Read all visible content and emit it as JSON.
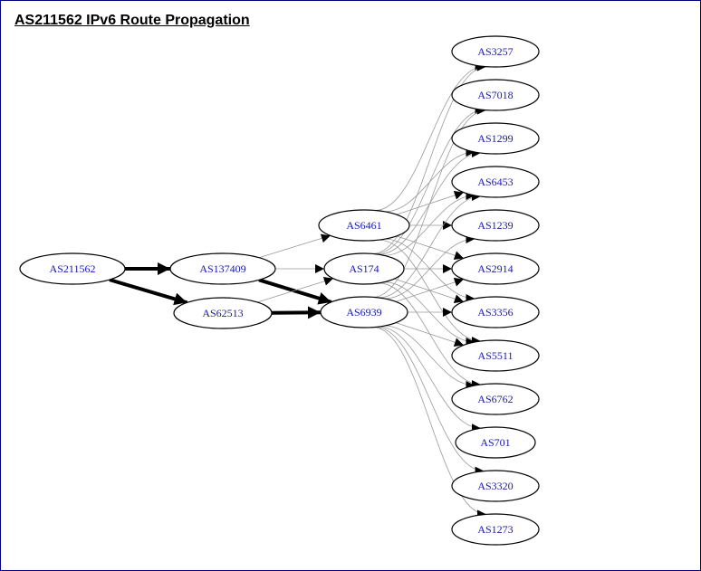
{
  "title": "AS211562 IPv6 Route Propagation",
  "colors": {
    "node_text": "#1a1aa6",
    "node_stroke": "#000000",
    "edge_light": "#9a9a9a",
    "edge_heavy": "#000000",
    "frame": "#000080"
  },
  "nodes": [
    {
      "id": "AS211562",
      "label": "AS211562"
    },
    {
      "id": "AS137409",
      "label": "AS137409"
    },
    {
      "id": "AS62513",
      "label": "AS62513"
    },
    {
      "id": "AS6461",
      "label": "AS6461"
    },
    {
      "id": "AS174",
      "label": "AS174"
    },
    {
      "id": "AS6939",
      "label": "AS6939"
    },
    {
      "id": "AS3257",
      "label": "AS3257"
    },
    {
      "id": "AS7018",
      "label": "AS7018"
    },
    {
      "id": "AS1299",
      "label": "AS1299"
    },
    {
      "id": "AS6453",
      "label": "AS6453"
    },
    {
      "id": "AS1239",
      "label": "AS1239"
    },
    {
      "id": "AS2914",
      "label": "AS2914"
    },
    {
      "id": "AS3356",
      "label": "AS3356"
    },
    {
      "id": "AS5511",
      "label": "AS5511"
    },
    {
      "id": "AS6762",
      "label": "AS6762"
    },
    {
      "id": "AS701",
      "label": "AS701"
    },
    {
      "id": "AS3320",
      "label": "AS3320"
    },
    {
      "id": "AS1273",
      "label": "AS1273"
    }
  ],
  "edges": [
    {
      "from": "AS211562",
      "to": "AS137409",
      "weight": "heavy"
    },
    {
      "from": "AS211562",
      "to": "AS62513",
      "weight": "heavy"
    },
    {
      "from": "AS137409",
      "to": "AS6939",
      "weight": "heavy"
    },
    {
      "from": "AS62513",
      "to": "AS6939",
      "weight": "heavy"
    },
    {
      "from": "AS137409",
      "to": "AS6461",
      "weight": "light"
    },
    {
      "from": "AS137409",
      "to": "AS174",
      "weight": "light"
    },
    {
      "from": "AS62513",
      "to": "AS174",
      "weight": "light"
    },
    {
      "from": "AS6461",
      "to": "AS3257",
      "weight": "light"
    },
    {
      "from": "AS6461",
      "to": "AS1299",
      "weight": "light"
    },
    {
      "from": "AS6461",
      "to": "AS6453",
      "weight": "light"
    },
    {
      "from": "AS6461",
      "to": "AS1239",
      "weight": "light"
    },
    {
      "from": "AS6461",
      "to": "AS2914",
      "weight": "light"
    },
    {
      "from": "AS6461",
      "to": "AS3356",
      "weight": "light"
    },
    {
      "from": "AS6461",
      "to": "AS5511",
      "weight": "light"
    },
    {
      "from": "AS174",
      "to": "AS3257",
      "weight": "light"
    },
    {
      "from": "AS174",
      "to": "AS7018",
      "weight": "light"
    },
    {
      "from": "AS174",
      "to": "AS1299",
      "weight": "light"
    },
    {
      "from": "AS174",
      "to": "AS6453",
      "weight": "light"
    },
    {
      "from": "AS174",
      "to": "AS2914",
      "weight": "light"
    },
    {
      "from": "AS174",
      "to": "AS3356",
      "weight": "light"
    },
    {
      "from": "AS174",
      "to": "AS5511",
      "weight": "light"
    },
    {
      "from": "AS174",
      "to": "AS6762",
      "weight": "light"
    },
    {
      "from": "AS6939",
      "to": "AS7018",
      "weight": "light"
    },
    {
      "from": "AS6939",
      "to": "AS6453",
      "weight": "light"
    },
    {
      "from": "AS6939",
      "to": "AS1239",
      "weight": "light"
    },
    {
      "from": "AS6939",
      "to": "AS2914",
      "weight": "light"
    },
    {
      "from": "AS6939",
      "to": "AS3356",
      "weight": "light"
    },
    {
      "from": "AS6939",
      "to": "AS5511",
      "weight": "light"
    },
    {
      "from": "AS6939",
      "to": "AS6762",
      "weight": "light"
    },
    {
      "from": "AS6939",
      "to": "AS701",
      "weight": "light"
    },
    {
      "from": "AS6939",
      "to": "AS3320",
      "weight": "light"
    },
    {
      "from": "AS6939",
      "to": "AS1273",
      "weight": "light"
    }
  ]
}
